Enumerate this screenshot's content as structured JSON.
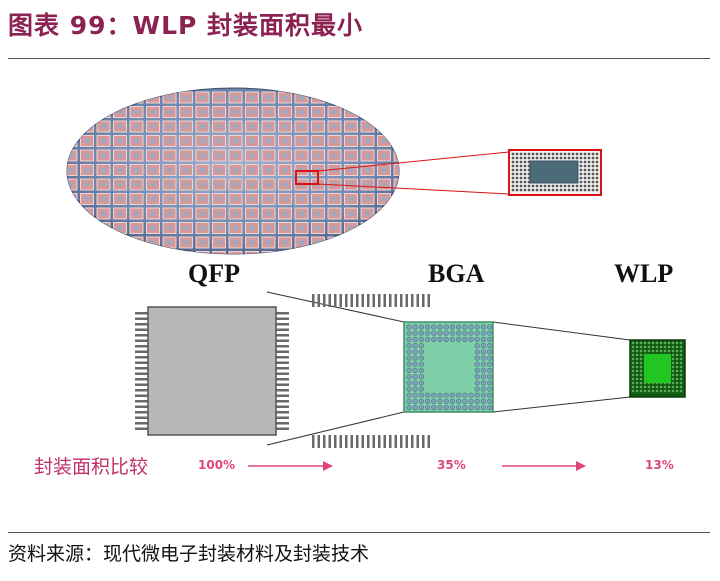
{
  "header": {
    "title": "图表 99：WLP 封装面积最小"
  },
  "packages": {
    "qfp": {
      "label": "QFP",
      "percent": "100%"
    },
    "bga": {
      "label": "BGA",
      "percent": "35%"
    },
    "wlp": {
      "label": "WLP",
      "percent": "13%"
    }
  },
  "comparison": {
    "label": "封装面积比较"
  },
  "footer": {
    "source": "资料来源：现代微电子封装材料及封装技术"
  },
  "colors": {
    "title": "#8b2252",
    "compare_text": "#c0306a",
    "percent_text": "#e0457a",
    "arrow": "#e0457a",
    "wafer": "#6f87b0",
    "die": "#d49a9a",
    "highlight": "#dd1111",
    "qfp_body": "#b8b8b8",
    "bga_body": "#7fd0a8",
    "wlp_body": "#0f5c0f",
    "wlp_core": "#22c622"
  }
}
